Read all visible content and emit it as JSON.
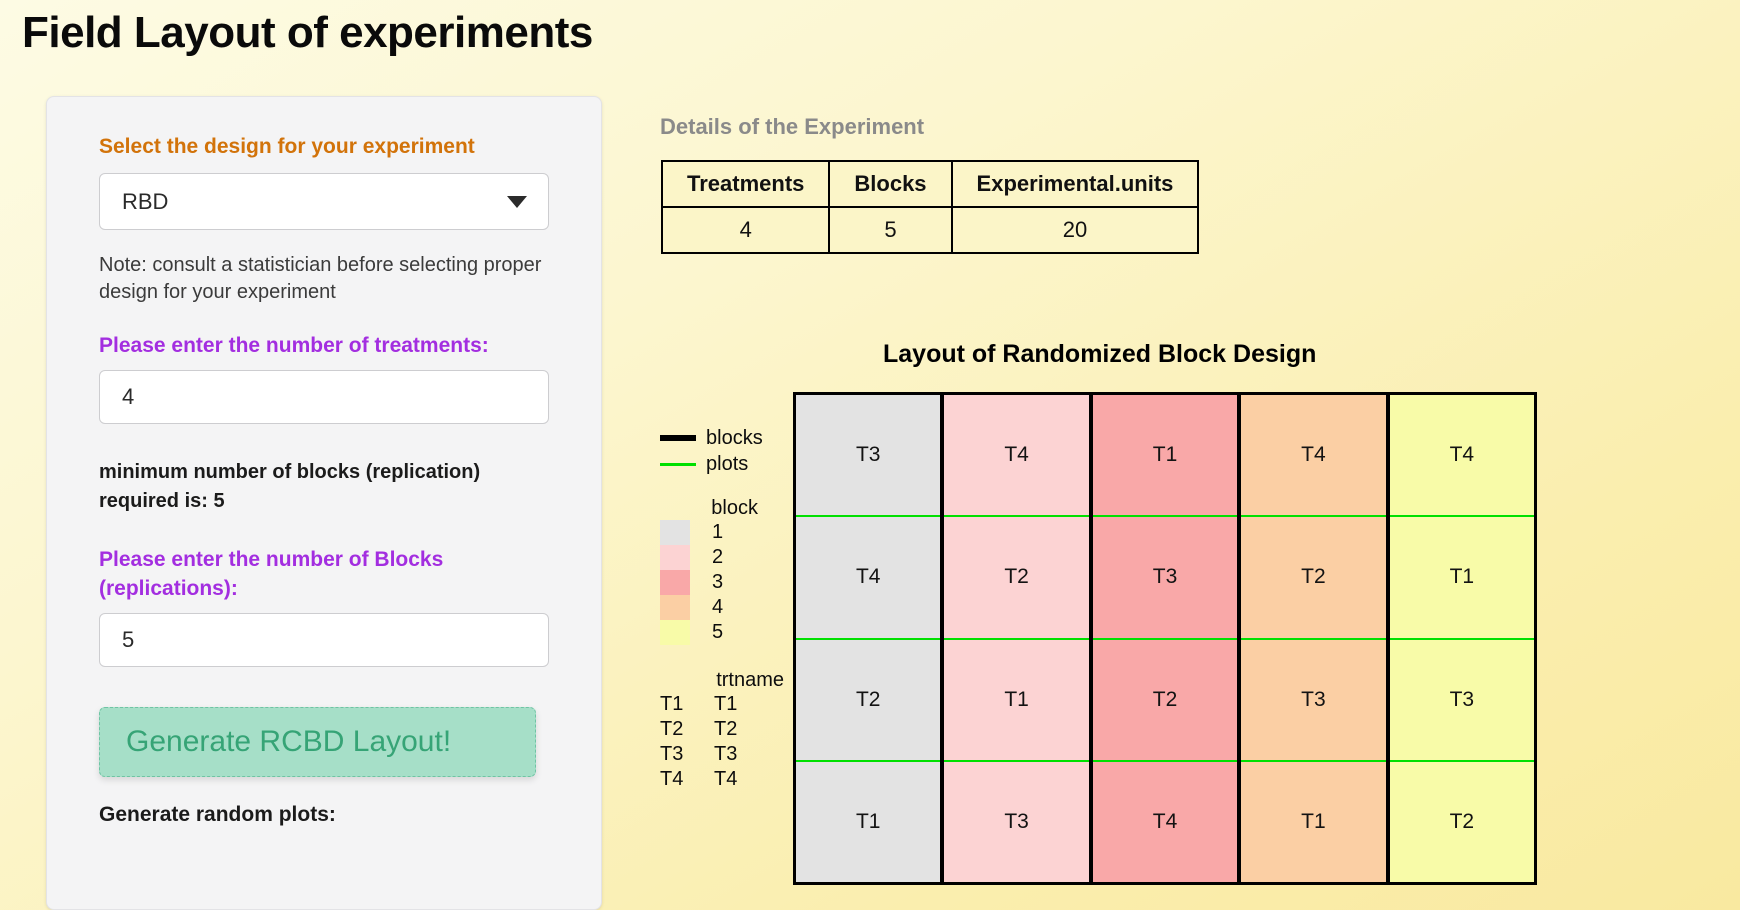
{
  "page_title": "Field Layout of experiments",
  "sidebar": {
    "design_label": "Select the design for your experiment",
    "design_value": "RBD",
    "caret_icon": "chevron-down-icon",
    "note": "Note: consult a statistician before selecting proper design for your experiment",
    "treatments_label": "Please enter the number of treatments:",
    "treatments_value": "4",
    "treatments_placeholder": "4",
    "min_blocks_note": "minimum number of blocks (replication) required is: 5",
    "blocks_label": "Please enter the number of Blocks (replications):",
    "blocks_value": "5",
    "blocks_placeholder": "5",
    "generate_button": "Generate RCBD Layout!",
    "random_plots_label": "Generate random plots:"
  },
  "details": {
    "heading": "Details of the Experiment",
    "columns": [
      "Treatments",
      "Blocks",
      "Experimental.units"
    ],
    "values": [
      "4",
      "5",
      "20"
    ]
  },
  "chart_data": {
    "type": "table",
    "title": "Layout of Randomized Block Design",
    "xlabel": "",
    "ylabel": "",
    "grid": true,
    "legend_position": "left",
    "line_legend": [
      {
        "name": "blocks",
        "color": "#000000",
        "style": "thick-solid"
      },
      {
        "name": "plots",
        "color": "#00e000",
        "style": "thin-solid"
      }
    ],
    "block_legend_title": "block",
    "blocks": [
      {
        "id": "1",
        "color": "#e3e3e3"
      },
      {
        "id": "2",
        "color": "#fcd3d3"
      },
      {
        "id": "3",
        "color": "#f9a8a8"
      },
      {
        "id": "4",
        "color": "#fbcfa4"
      },
      {
        "id": "5",
        "color": "#f8fba8"
      }
    ],
    "trt_legend_title": "trtname",
    "trt_legend": [
      {
        "key": "T1",
        "label": "T1"
      },
      {
        "key": "T2",
        "label": "T2"
      },
      {
        "key": "T3",
        "label": "T3"
      },
      {
        "key": "T4",
        "label": "T4"
      }
    ],
    "columns_count": 5,
    "rows_count": 4,
    "layout": [
      {
        "block": "1",
        "color": "#e3e3e3",
        "cells": [
          "T3",
          "T4",
          "T2",
          "T1"
        ]
      },
      {
        "block": "2",
        "color": "#fcd3d3",
        "cells": [
          "T4",
          "T2",
          "T1",
          "T3"
        ]
      },
      {
        "block": "3",
        "color": "#f9a8a8",
        "cells": [
          "T1",
          "T3",
          "T2",
          "T4"
        ]
      },
      {
        "block": "4",
        "color": "#fbcfa4",
        "cells": [
          "T4",
          "T2",
          "T3",
          "T1"
        ]
      },
      {
        "block": "5",
        "color": "#f8fba8",
        "cells": [
          "T4",
          "T1",
          "T3",
          "T2"
        ]
      }
    ]
  },
  "colors": {
    "accent_orange": "#d2730a",
    "accent_purple": "#a32ee0",
    "button_bg": "#a6dfc8",
    "button_text": "#36a476",
    "panel_bg": "#f4f4f5",
    "page_bg": "#fcf4c4"
  }
}
